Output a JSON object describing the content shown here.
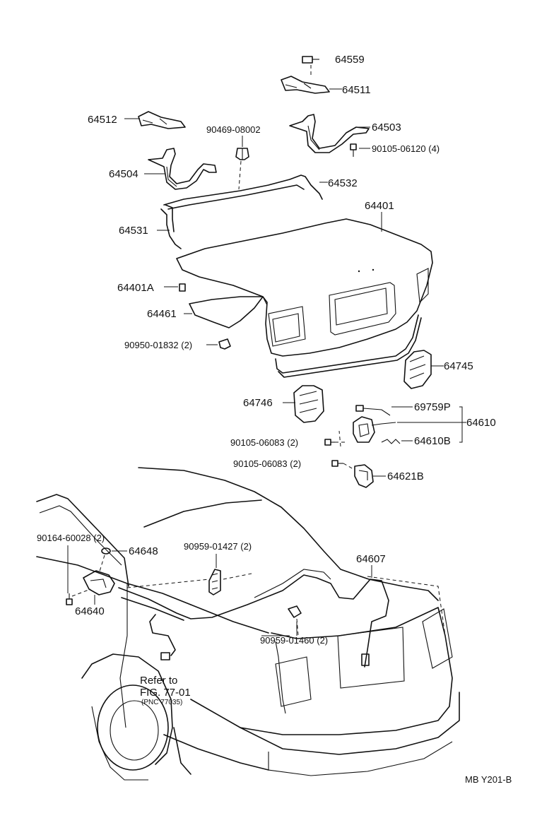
{
  "labels": {
    "p64559": "64559",
    "p64511": "64511",
    "p64512": "64512",
    "p90469": "90469-08002",
    "p64503": "64503",
    "p90105a": "90105-06120 (4)",
    "p64504": "64504",
    "p64532": "64532",
    "p64401": "64401",
    "p64531": "64531",
    "p64401A": "64401A",
    "p64461": "64461",
    "p90950": "90950-01832 (2)",
    "p64745": "64745",
    "p64746": "64746",
    "p69759P": "69759P",
    "p64610": "64610",
    "p90105b": "90105-06083 (2)",
    "p64610B": "64610B",
    "p90105c": "90105-06083 (2)",
    "p64621B": "64621B",
    "p90164": "90164-60028 (2)",
    "p64648": "64648",
    "p90959a": "90959-01427 (2)",
    "p64607": "64607",
    "p64640": "64640",
    "p90959b": "90959-01460 (2)",
    "refer1": "Refer to",
    "refer2": "FIG. 77-01",
    "refer3": "(PNC 77035)",
    "code": "MB Y201-B"
  }
}
